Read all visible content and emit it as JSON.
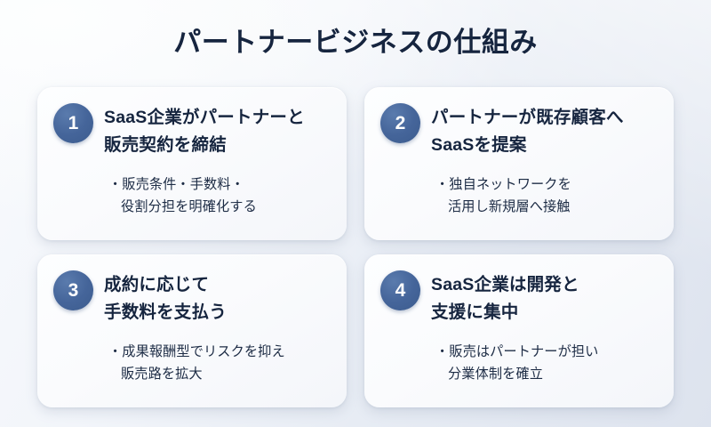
{
  "slide": {
    "title": "パートナービジネスの仕組み",
    "accent_color": "#45659a",
    "text_color": "#16253f",
    "background_colors": [
      "#f8fafd",
      "#dde3ee"
    ],
    "card_color": "#fbfcfe"
  },
  "cards": [
    {
      "number": "1",
      "title_line1": "SaaS企業がパートナーと",
      "title_line2": "販売契約を締結",
      "bullet_line1": "・販売条件・手数料・",
      "bullet_line2": "役割分担を明確化する"
    },
    {
      "number": "2",
      "title_line1": "パートナーが既存顧客へ",
      "title_line2": "SaaSを提案",
      "bullet_line1": "・独自ネットワークを",
      "bullet_line2": "活用し新規層へ接触"
    },
    {
      "number": "3",
      "title_line1": "成約に応じて",
      "title_line2": "手数料を支払う",
      "bullet_line1": "・成果報酬型でリスクを抑え",
      "bullet_line2": "販売路を拡大"
    },
    {
      "number": "4",
      "title_line1": "SaaS企業は開発と",
      "title_line2": "支援に集中",
      "bullet_line1": "・販売はパートナーが担い",
      "bullet_line2": "分業体制を確立"
    }
  ]
}
